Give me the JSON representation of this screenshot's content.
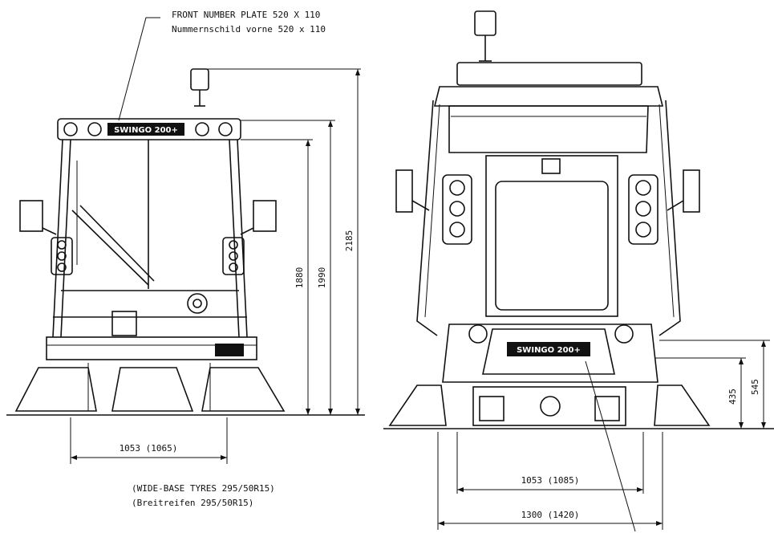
{
  "labels": {
    "plate_en": "FRONT NUMBER PLATE 520 X 110",
    "plate_de": "Nummernschild vorne 520 x 110",
    "tyres_en": "(WIDE-BASE TYRES 295/50R15)",
    "tyres_de": "(Breitreifen 295/50R15)",
    "brand": "SWINGO 200+"
  },
  "dimensions": {
    "front_track": "1053   (1065)",
    "height_1": "1880",
    "height_2": "1990",
    "height_3": "2185",
    "rear_track": "1053  (1085)",
    "rear_width": "1300  (1420)",
    "rear_h1": "435",
    "rear_h2": "545"
  }
}
